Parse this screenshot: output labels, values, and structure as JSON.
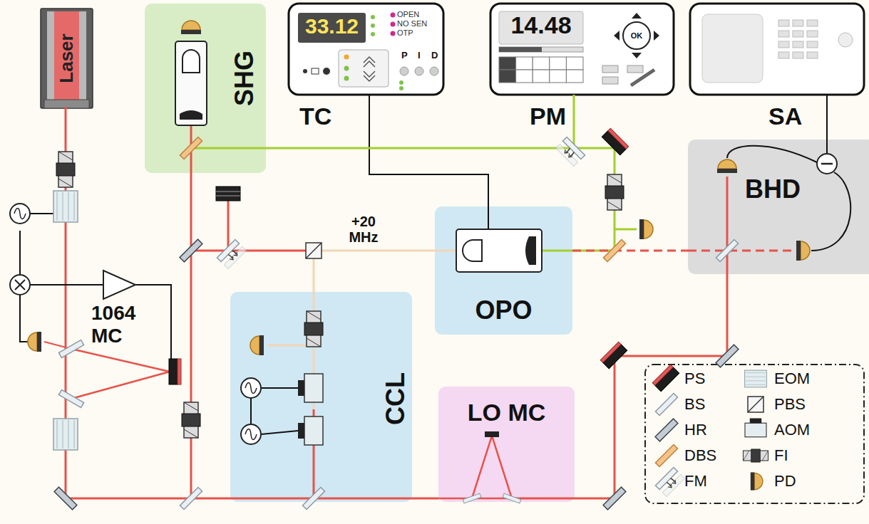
{
  "diagram": {
    "nodes": [
      {
        "text": [
          "Laser"
        ]
      },
      {
        "text": [
          "SHG"
        ]
      },
      {
        "text": [
          "TC",
          "33.12",
          "OPEN",
          "NO SEN",
          "OTP",
          "P",
          "I",
          "D"
        ]
      },
      {
        "text": [
          "PM",
          "14.48",
          "OK"
        ]
      },
      {
        "text": [
          "SA"
        ]
      },
      {
        "text": [
          "BHD"
        ]
      },
      {
        "text": [
          "OPO"
        ]
      },
      {
        "text": [
          "CCL"
        ]
      },
      {
        "text": [
          "LO MC"
        ]
      }
    ],
    "edges": [
      {
        "from": 2,
        "to": 6,
        "arrow": "none"
      },
      {
        "from": 4,
        "to": 5,
        "arrow": "none"
      },
      {
        "from": 1,
        "to": 6,
        "arrow": "none"
      },
      {
        "from": 7,
        "to": 6,
        "label": "+20 MHz",
        "arrow": "none"
      },
      {
        "from": 6,
        "to": 5,
        "arrow": "none"
      },
      {
        "from": 8,
        "to": 5,
        "arrow": "none"
      }
    ],
    "labels": [
      "1064 MC"
    ],
    "legend": [
      {
        "text": "PS"
      },
      {
        "text": "BS"
      },
      {
        "text": "HR"
      },
      {
        "text": "DBS"
      },
      {
        "text": "FM"
      },
      {
        "text": "EOM"
      },
      {
        "text": "PBS"
      },
      {
        "text": "AOM"
      },
      {
        "text": "FI"
      },
      {
        "text": "PD"
      }
    ]
  }
}
